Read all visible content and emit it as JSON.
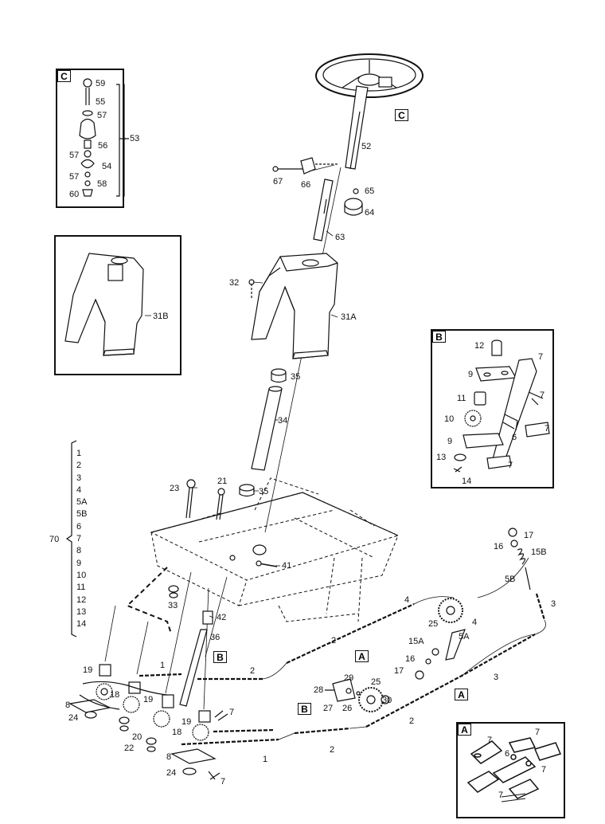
{
  "callouts": {
    "c59": "59",
    "c55": "55",
    "c57a": "57",
    "c56": "56",
    "c57b": "57",
    "c54": "54",
    "c57c": "57",
    "c58": "58",
    "c60": "60",
    "c53": "53",
    "c52": "52",
    "c67": "67",
    "c66": "66",
    "c65": "65",
    "c64": "64",
    "c63": "63",
    "c32": "32",
    "c31a": "31A",
    "c31b": "31B",
    "c35a": "35",
    "c34": "34",
    "c23": "23",
    "c21": "21",
    "c35b": "35",
    "c41": "41",
    "c33": "33",
    "c42": "42",
    "c36": "36",
    "c19a": "19",
    "c18a": "18",
    "c19b": "19",
    "c19c": "19",
    "c8a": "8",
    "c24a": "24",
    "c20": "20",
    "c22": "22",
    "c18b": "18",
    "c7a": "7",
    "c8b": "8",
    "c24b": "24",
    "c7b": "7",
    "c1a": "1",
    "c2a": "2",
    "c1b": "1",
    "c2b": "2",
    "c2c": "2",
    "c2d": "2",
    "c4a": "4",
    "c25a": "25",
    "c4b": "4",
    "c5a": "5A",
    "c15a": "15A",
    "c16a": "16",
    "c17a": "17",
    "c28": "28",
    "c29": "29",
    "c27": "27",
    "c26": "26",
    "c25b": "25",
    "c30": "30",
    "c3a": "3",
    "c3b": "3",
    "c17b": "17",
    "c16b": "16",
    "c15b": "15B",
    "c5b": "5B",
    "c70": "70",
    "b12": "12",
    "b7a": "7",
    "b9a": "9",
    "b7b": "7",
    "b11": "11",
    "b10": "10",
    "b7c": "7",
    "b9b": "9",
    "b6": "6",
    "b13": "13",
    "b7d": "7",
    "b14": "14",
    "a7a": "7",
    "a7b": "7",
    "a6": "6",
    "a7c": "7",
    "a7d": "7"
  },
  "kit_list": [
    "1",
    "2",
    "3",
    "4",
    "5A",
    "5B",
    "6",
    "7",
    "8",
    "9",
    "10",
    "11",
    "12",
    "13",
    "14"
  ],
  "tags": {
    "c_main": "C",
    "c_box": "C",
    "b_box": "B",
    "a_box": "A",
    "b_main1": "B",
    "b_main2": "B",
    "a_main1": "A",
    "a_main2": "A"
  }
}
